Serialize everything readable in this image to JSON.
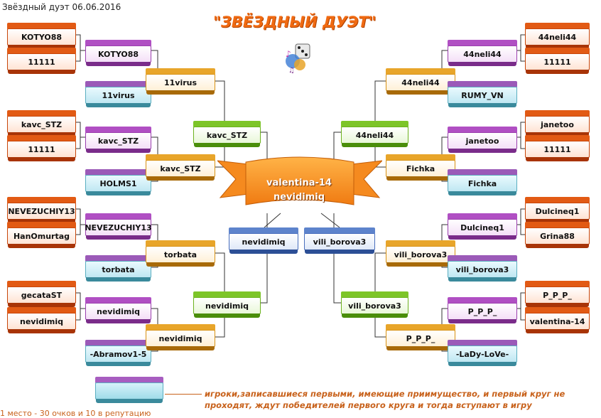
{
  "page_title": "Звёздный дуэт 06.06.2016",
  "main_title": "\"ЗВЁЗДНЫЙ ДУЭТ\"",
  "champions": [
    "valentina-14",
    "nevidimiq"
  ],
  "left": {
    "r1": [
      "KOTYO88",
      "11111",
      "kavc_STZ",
      "11111",
      "NEVEZUCHIY13",
      "HanOmurtag",
      "gecataST",
      "nevidimiq"
    ],
    "r2": [
      "KOTYO88",
      "11virus",
      "kavc_STZ",
      "HOLMS1",
      "NEVEZUCHIY13",
      "torbata",
      "nevidimiq",
      "-Abramov1-5"
    ],
    "r3": [
      "11virus",
      "kavc_STZ",
      "torbata",
      "nevidimiq"
    ],
    "r4": [
      "kavc_STZ",
      "nevidimiq"
    ],
    "r5": "nevidimiq"
  },
  "right": {
    "r1": [
      "44neli44",
      "11111",
      "janetoo",
      "11111",
      "Dulcineq1",
      "Grina88",
      "P_P_P_",
      "valentina-14"
    ],
    "r2": [
      "44neli44",
      "RUMY_VN",
      "janetoo",
      "Fichka",
      "Dulcineq1",
      "vili_borova3",
      "P_P_P_",
      "-LaDy-LoVe-"
    ],
    "r3": [
      "44neli44",
      "Fichka",
      "vili_borova3",
      "P_P_P_"
    ],
    "r4": [
      "44neli44",
      "vili_borova3"
    ],
    "r5": "vili_borova3"
  },
  "note": "игроки,записавшиеся первыми, имеющие приимущество, и первый круг не проходят, ждут победителей первого круга и тогда вступают в игру",
  "reward": "1 место - 30 очков и 10 в репутацию"
}
